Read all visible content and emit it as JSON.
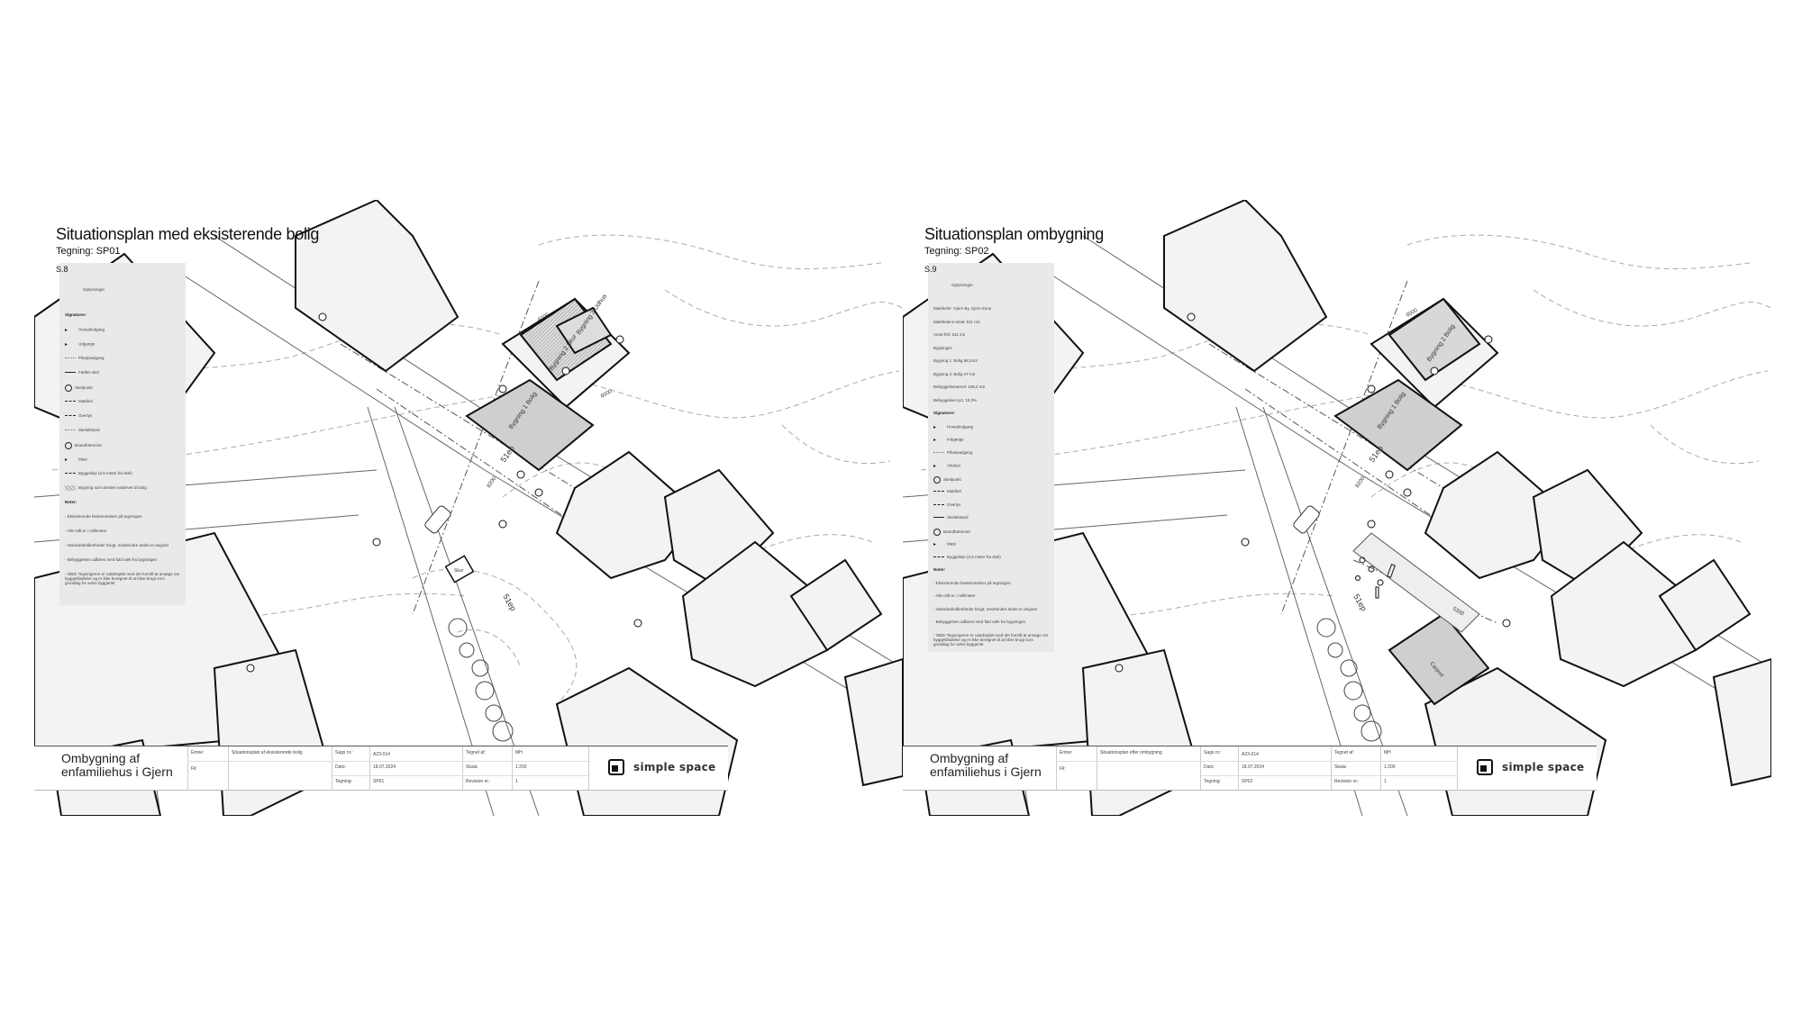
{
  "sheets": [
    {
      "title": "Situationsplan med eksisterende bolig",
      "drawing_no": "Tegning: SP01",
      "sheet_no": "S.8",
      "legend": {
        "heading": "Oplysninger",
        "rows": [
          {
            "symbol": "none",
            "text": "Signaturer:",
            "bold": true
          },
          {
            "symbol": "bullet",
            "text": "Hovedindgang"
          },
          {
            "symbol": "bullet",
            "text": "Udgange"
          },
          {
            "symbol": "dot",
            "text": "Påvejsadgang"
          },
          {
            "symbol": "solid",
            "text": "Fælles skel"
          },
          {
            "symbol": "circle",
            "text": "Skelpunkt"
          },
          {
            "symbol": "dash",
            "text": "Matrikel"
          },
          {
            "symbol": "dash",
            "text": "Overlys"
          },
          {
            "symbol": "dot",
            "text": "Skelafstand"
          },
          {
            "symbol": "circle",
            "text": "Brandhæmmet"
          },
          {
            "symbol": "bullet",
            "text": "Mast"
          },
          {
            "symbol": "dash",
            "text": "Byggelinje (2,5 meter fra skel)"
          },
          {
            "symbol": "hatch",
            "text": "Bygning som ønskes nedrevet til bolig"
          },
          {
            "symbol": "none",
            "text": "Noter:",
            "bold": true
          },
          {
            "symbol": "none",
            "text": "- Eksisterende bestemmelser på tegningen"
          },
          {
            "symbol": "none",
            "text": "- Alle mål er i millimeter"
          },
          {
            "symbol": "none",
            "text": "- Standardmålenheder brugt, medmindre andet er angivet"
          },
          {
            "symbol": "none",
            "text": "- Bebyggelsen udføres med fald væk fra bygningen"
          },
          {
            "symbol": "none",
            "text": "- OBS! Tegningerne er udarbejdet med det formål at ansøge om byggetilladelse og er ikke beregnet til at blive brugt som grundlag for selve byggeriet"
          }
        ]
      },
      "map_labels": {
        "building_main": "Bygning 1 Bolig",
        "building_annex": "Bygning 2 Skur",
        "building_third": "Bygning 3 Udhus",
        "parcel_a": "51ep",
        "parcel_b": "51ep",
        "small_shed": "Skur",
        "dim_1": "4100",
        "dim_2": "8200",
        "dim_3": "6000"
      },
      "title_block": {
        "project": "Ombygning af enfamiliehus i Gjern",
        "emne_label": "Emne:",
        "emne_value": "Situationsplan af eksisterende bolig",
        "fil_label": "Fil:",
        "sags_label": "Sags nr.:",
        "sags_value": "A23-014",
        "dato_label": "Dato:",
        "dato_value": "18.07.2024",
        "tegning_label": "Tegning:",
        "tegning_value": "SP01",
        "tegnet_label": "Tegnet af:",
        "tegnet_value": "MH",
        "skala_label": "Skala:",
        "skala_value": "1:200",
        "revision_label": "Revision nr.:",
        "revision_value": "1",
        "logo_text": "simple space"
      }
    },
    {
      "title": "Situationsplan ombygning",
      "drawing_no": "Tegning: SP02",
      "sheet_no": "S.9",
      "legend": {
        "heading": "Oplysninger",
        "rows": [
          {
            "symbol": "none",
            "text": "Matrikelnr: Gjern By, Gjern 51ep"
          },
          {
            "symbol": "none",
            "text": "Matrikelens areal: 511 m2"
          },
          {
            "symbol": "none",
            "text": "Areal fritt: 511 m2"
          },
          {
            "symbol": "none",
            "text": "Bygninger:"
          },
          {
            "symbol": "none",
            "text": "Bygning 1: Bolig 68,2m2"
          },
          {
            "symbol": "none",
            "text": "Bygning 2: Bolig 47 m2"
          },
          {
            "symbol": "none",
            "text": "Bebyggelsesareal: 108,2 m2"
          },
          {
            "symbol": "none",
            "text": "Bebyggelses pct. 15,3%"
          },
          {
            "symbol": "none",
            "text": "Signaturer:",
            "bold": true
          },
          {
            "symbol": "bullet",
            "text": "Hovedindgang"
          },
          {
            "symbol": "bullet",
            "text": "Indgange"
          },
          {
            "symbol": "dot",
            "text": "Påvejsadgang"
          },
          {
            "symbol": "bullet",
            "text": "Vinduer"
          },
          {
            "symbol": "circle",
            "text": "Skelpunkt"
          },
          {
            "symbol": "dash",
            "text": "Matrikel"
          },
          {
            "symbol": "dash",
            "text": "Overlys"
          },
          {
            "symbol": "solid",
            "text": "Skelafstand"
          },
          {
            "symbol": "circle",
            "text": "Brandhæmmet"
          },
          {
            "symbol": "bullet",
            "text": "Mast"
          },
          {
            "symbol": "dash",
            "text": "Byggelinje (2,5 meter fra skel)"
          },
          {
            "symbol": "none",
            "text": "Noter:",
            "bold": true
          },
          {
            "symbol": "none",
            "text": "- Eksisterende bestemmelser på tegningen"
          },
          {
            "symbol": "none",
            "text": "- Alle mål er i millimeter"
          },
          {
            "symbol": "none",
            "text": "- Standardmålenheder brugt, medmindre andet er angivet"
          },
          {
            "symbol": "none",
            "text": "- Bebyggelsen udføres med fald væk fra bygningen"
          },
          {
            "symbol": "none",
            "text": "- OBS! Tegningerne er udarbejdet med det formål at ansøge om byggetilladelse og er ikke beregnet til at blive brugt som grundlag for selve byggeriet"
          }
        ]
      },
      "map_labels": {
        "building_main": "Bygning 1 Bolig",
        "building_annex": "Bygning 2 Bolig",
        "parcel_a": "51ep",
        "parcel_b": "51ep",
        "carport": "Carport",
        "dim_1": "6000",
        "dim_2": "8200",
        "dim_3": "5300"
      },
      "title_block": {
        "project": "Ombygning af enfamiliehus i Gjern",
        "emne_label": "Emne:",
        "emne_value": "Situationsplan efter ombygning",
        "fil_label": "Fil:",
        "sags_label": "Sags nr.:",
        "sags_value": "A23-014",
        "dato_label": "Dato:",
        "dato_value": "18.07.2024",
        "tegning_label": "Tegning:",
        "tegning_value": "SP02",
        "tegnet_label": "Tegnet af:",
        "tegnet_value": "MH",
        "skala_label": "Skala:",
        "skala_value": "1:200",
        "revision_label": "Revision nr.:",
        "revision_value": "1",
        "logo_text": "simple space"
      }
    }
  ]
}
